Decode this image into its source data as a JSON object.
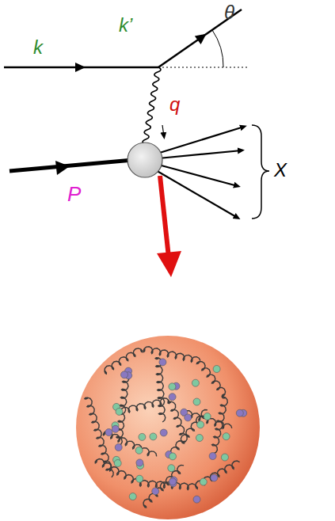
{
  "diagram": {
    "labels": [
      "k",
      "k’",
      "θ",
      "q",
      "P",
      "X"
    ]
  }
}
